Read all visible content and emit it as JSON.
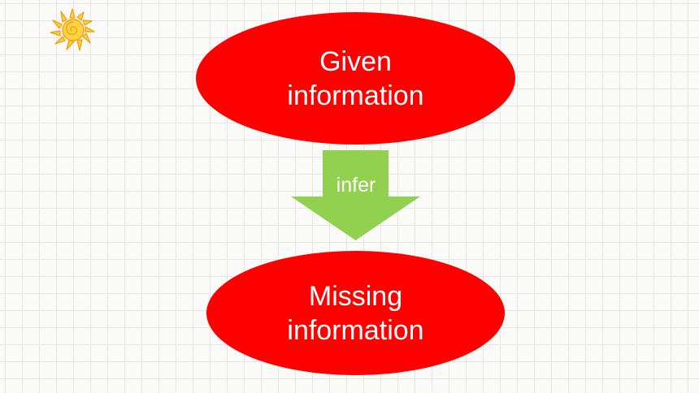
{
  "diagram": {
    "top_node": {
      "line1": "Given",
      "line2": "information"
    },
    "arrow": {
      "label": "infer"
    },
    "bottom_node": {
      "line1": "Missing",
      "line2": "information"
    }
  },
  "decoration": {
    "icon": "sun-icon"
  },
  "colors": {
    "node_fill": "#ff0000",
    "arrow_fill": "#92d050",
    "text": "#ffffff",
    "sun_fill": "#ffd23f",
    "sun_outline": "#f0a41c"
  }
}
